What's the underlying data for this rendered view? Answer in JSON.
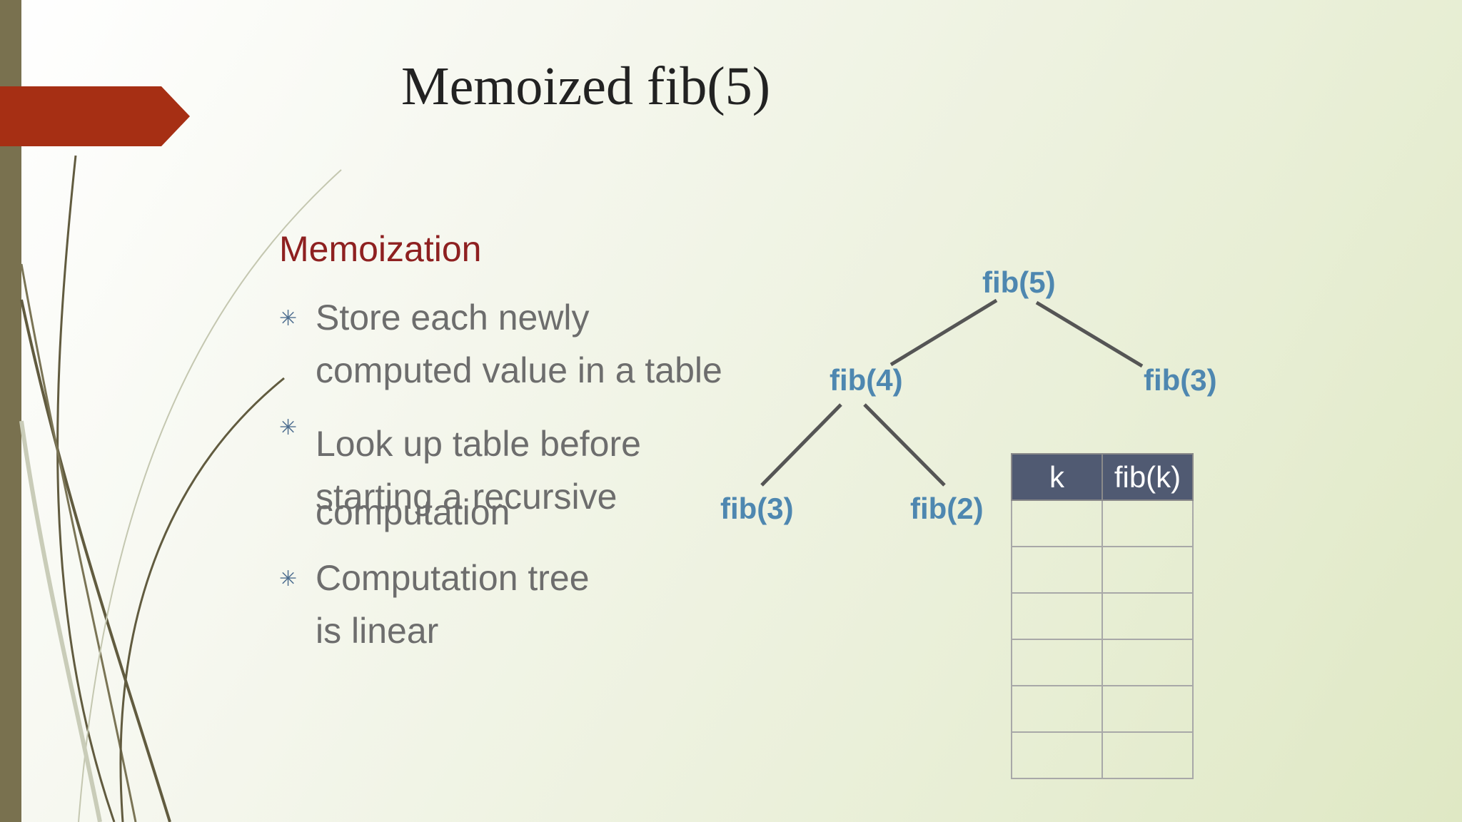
{
  "slide": {
    "title": "Memoized fib(5)",
    "heading": "Memoization",
    "bullets": [
      {
        "lines": [
          "Store each newly",
          "computed value in a table"
        ]
      },
      {
        "lines": [
          "Look up table before",
          "starting a recursive",
          "computation"
        ]
      },
      {
        "lines": [
          "Computation tree",
          "is linear"
        ]
      }
    ]
  },
  "tree": {
    "nodes": [
      "fib(5)",
      "fib(4)",
      "fib(3)",
      "fib(3)",
      "fib(2)"
    ]
  },
  "table": {
    "headers": [
      "k",
      "fib(k)"
    ],
    "rows": [
      [
        "",
        ""
      ],
      [
        "",
        ""
      ],
      [
        "",
        ""
      ],
      [
        "",
        ""
      ],
      [
        "",
        ""
      ],
      [
        "",
        ""
      ]
    ]
  },
  "colors": {
    "accent": "#a62f14",
    "side_bar": "#79714f",
    "heading": "#8e2020",
    "node_text": "#4e87b0",
    "table_header": "#505a72"
  }
}
